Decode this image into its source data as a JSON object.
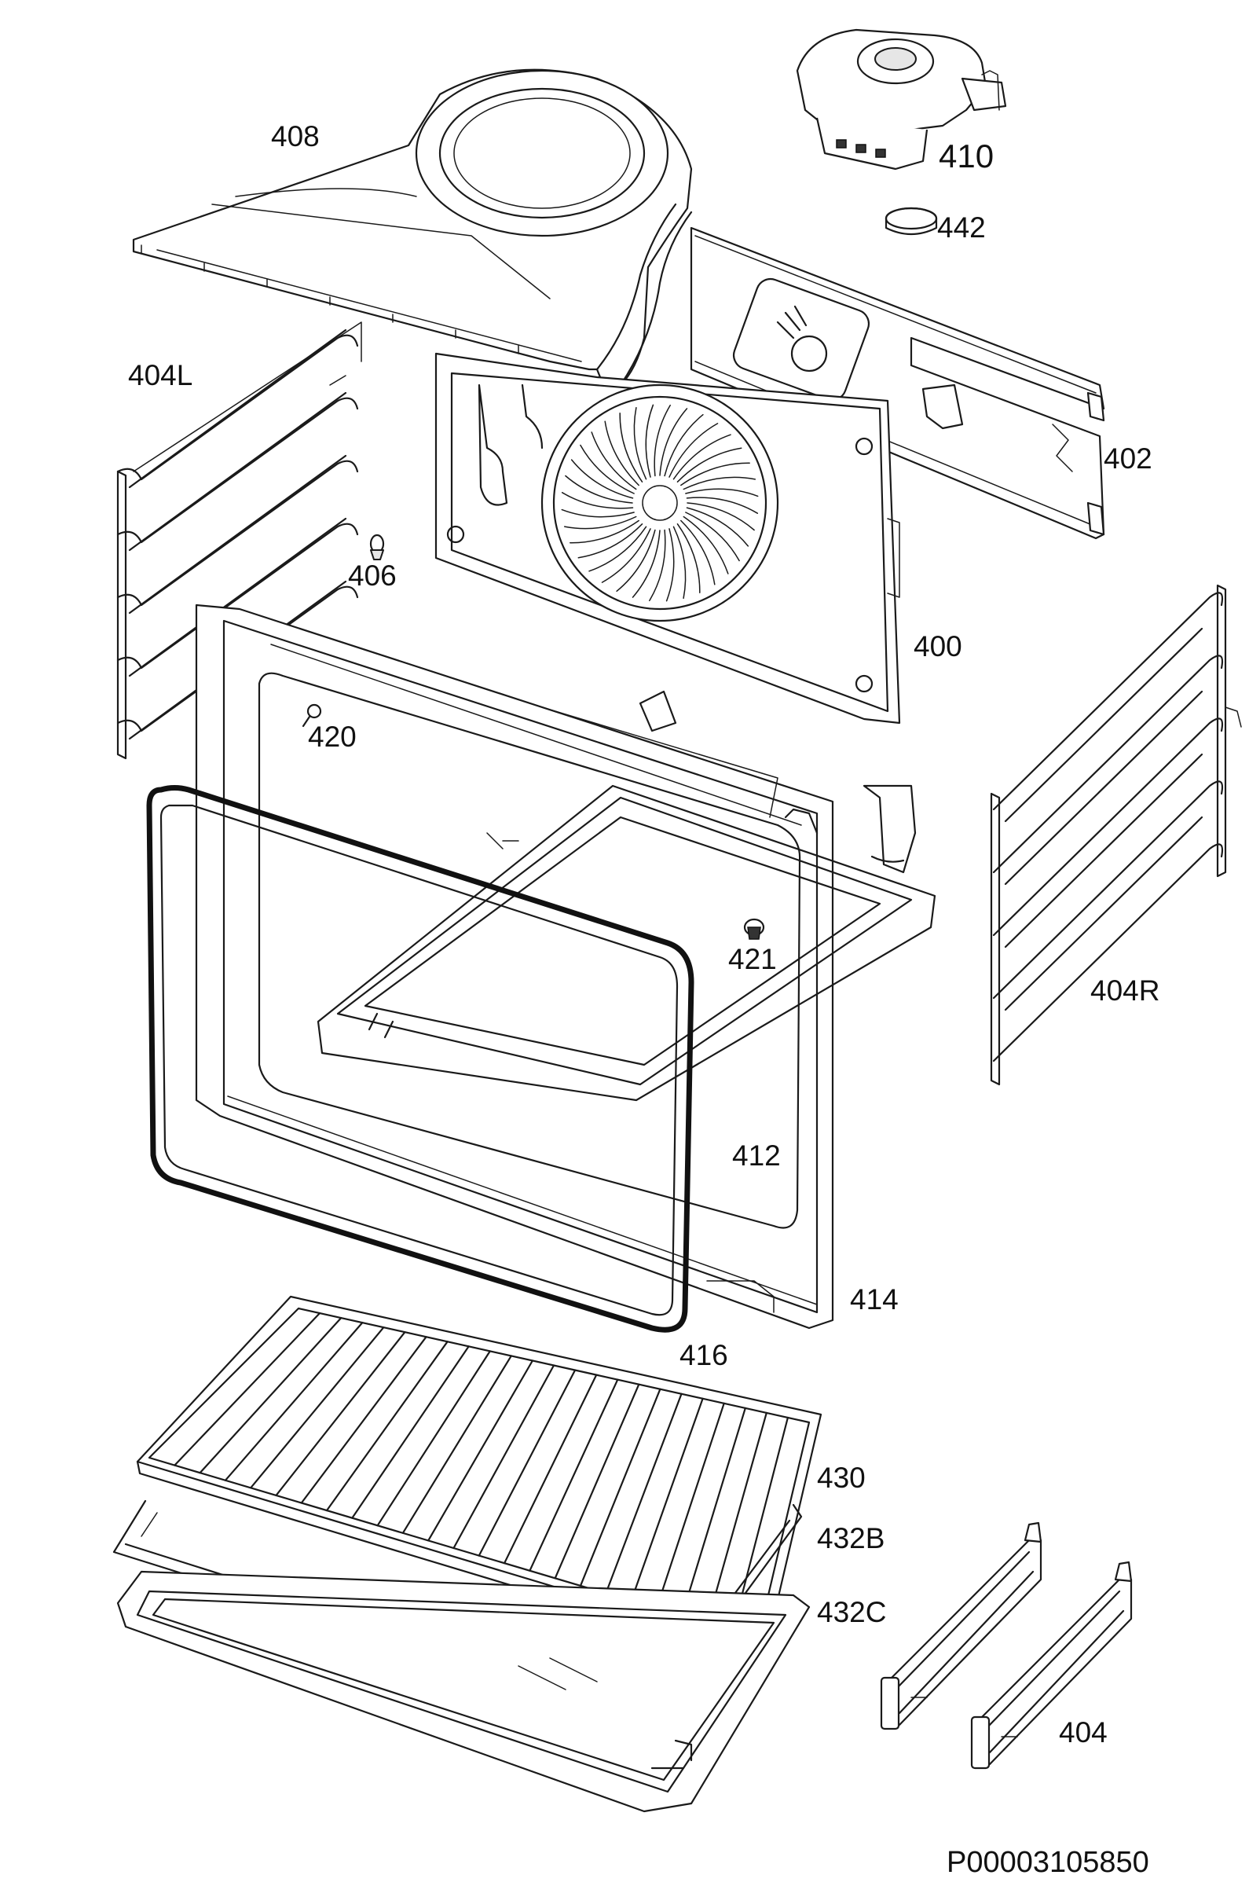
{
  "labels": {
    "p408": "408",
    "p410": "410",
    "p442": "442",
    "p404L": "404L",
    "p402": "402",
    "p406": "406",
    "p400": "400",
    "p420": "420",
    "p421": "421",
    "p404R": "404R",
    "p412": "412",
    "p414": "414",
    "p416": "416",
    "p430": "430",
    "p432B": "432B",
    "p432C": "432C",
    "p404": "404"
  },
  "drawing_code": "P00003105850"
}
